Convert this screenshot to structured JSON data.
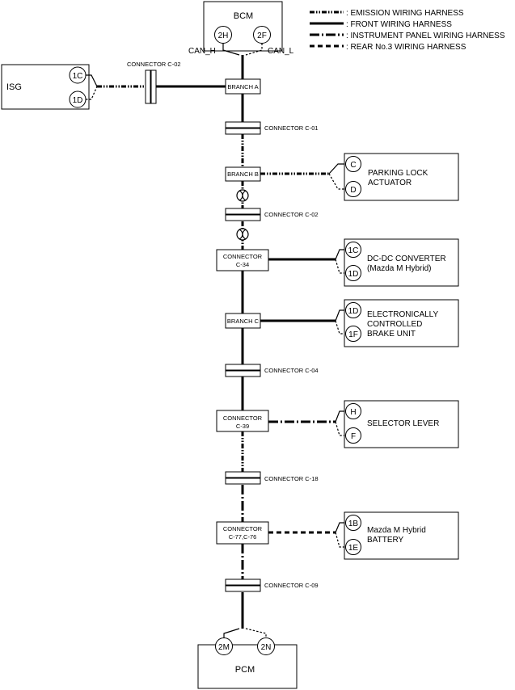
{
  "legend": [
    {
      "style": "emission",
      "label": ": EMISSION WIRING HARNESS"
    },
    {
      "style": "front",
      "label": ": FRONT WIRING HARNESS"
    },
    {
      "style": "instrument",
      "label": ": INSTRUMENT PANEL WIRING HARNESS"
    },
    {
      "style": "rear",
      "label": ": REAR No.3 WIRING HARNESS"
    }
  ],
  "bcm": {
    "label": "BCM",
    "pin_h": "2H",
    "pin_l": "2F",
    "can_h": "CAN_H",
    "can_l": "CAN_L"
  },
  "isg": {
    "label": "ISG",
    "pin_top": "1C",
    "pin_bottom": "1D",
    "connector": "CONNECTOR C-02"
  },
  "pcm": {
    "label": "PCM",
    "pin_left": "2M",
    "pin_right": "2N"
  },
  "branches": {
    "a": "BRANCH A",
    "b": "BRANCH B",
    "c": "BRANCH C"
  },
  "connectors": {
    "c01": "CONNECTOR C-01",
    "c02": "CONNECTOR C-02",
    "c04": "CONNECTOR C-04",
    "c18": "CONNECTOR C-18",
    "c09": "CONNECTOR C-09",
    "c34": {
      "line1": "CONNECTOR",
      "line2": "C-34"
    },
    "c39": {
      "line1": "CONNECTOR",
      "line2": "C-39"
    },
    "c77": {
      "line1": "CONNECTOR",
      "line2": "C-77,C-76"
    }
  },
  "modules": {
    "parking": {
      "line1": "PARKING LOCK",
      "line2": "ACTUATOR",
      "pin_top": "C",
      "pin_bottom": "D"
    },
    "dcdc": {
      "line1": "DC-DC CONVERTER",
      "line2": "(Mazda M Hybrid)",
      "pin_top": "1C",
      "pin_bottom": "1D"
    },
    "brake": {
      "line1": "ELECTRONICALLY",
      "line2": "CONTROLLED",
      "line3": "BRAKE UNIT",
      "pin_top": "1D",
      "pin_bottom": "1F"
    },
    "selector": {
      "line1": "SELECTOR LEVER",
      "pin_top": "H",
      "pin_bottom": "F"
    },
    "battery": {
      "line1": "Mazda M Hybrid",
      "line2": "BATTERY",
      "pin_top": "1B",
      "pin_bottom": "1E"
    }
  }
}
